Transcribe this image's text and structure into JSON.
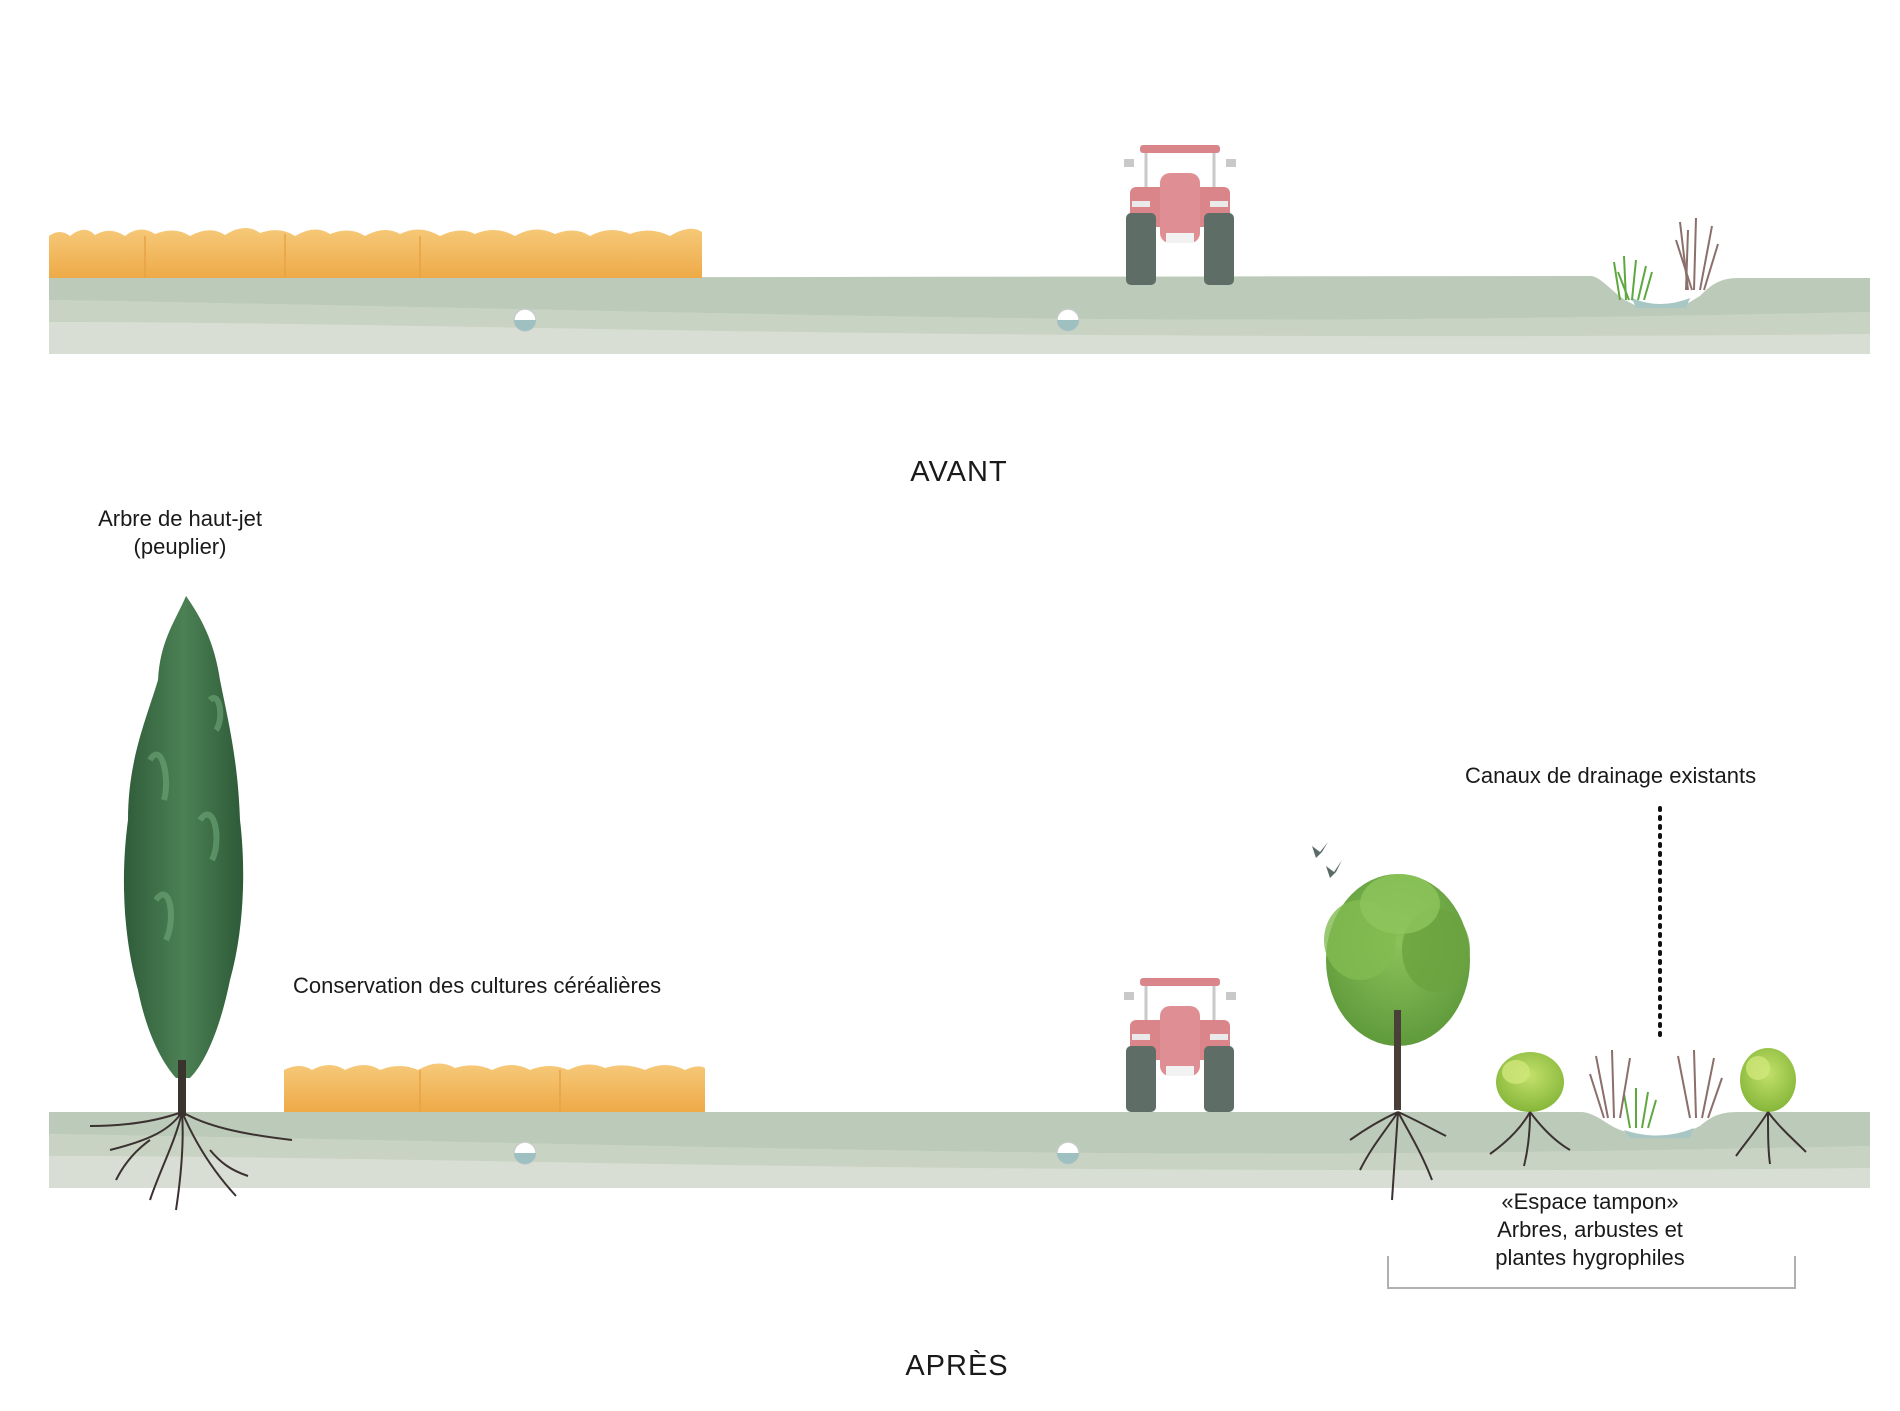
{
  "sections": {
    "before": {
      "title": "AVANT"
    },
    "after": {
      "title": "APRÈS"
    }
  },
  "labels": {
    "tree_line1": "Arbre de haut-jet",
    "tree_line2": "(peuplier)",
    "crops": "Conservation des cultures céréalières",
    "drainage": "Canaux de drainage existants",
    "buffer_line1": "«Espace tampon»",
    "buffer_line2": "Arbres, arbustes et",
    "buffer_line3": "plantes hygrophiles"
  },
  "colors": {
    "ground_top": "#b9c8b6",
    "ground_mid": "#c9d3c4",
    "ground_bottom": "#d8ddd3",
    "crop": "#f0b65a",
    "tractor_body": "#d9858a",
    "tractor_wheel": "#5f6d67",
    "poplar": "#3f7048",
    "tree": "#74ad45",
    "shrub": "#a7d14a",
    "water": "#9fc0c0",
    "reed": "#8a6f6a",
    "roots": "#3b3131"
  }
}
